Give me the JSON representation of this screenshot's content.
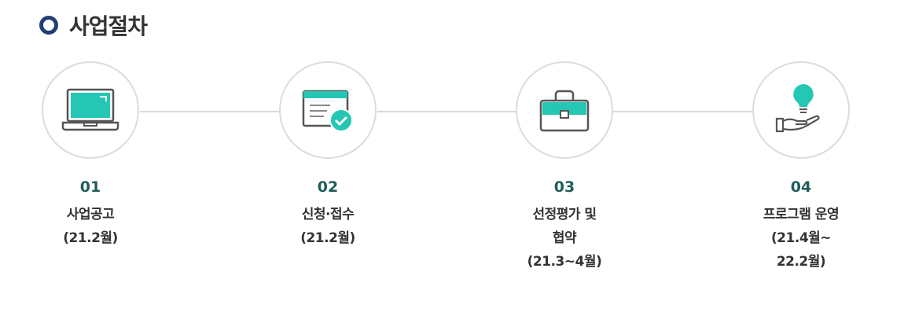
{
  "section": {
    "title": "사업절차"
  },
  "steps": [
    {
      "number": "01",
      "lines": [
        "사업공고",
        "(21.2월)"
      ],
      "icon": "laptop-icon"
    },
    {
      "number": "02",
      "lines": [
        "신청·접수",
        "(21.2월)"
      ],
      "icon": "application-check-icon"
    },
    {
      "number": "03",
      "lines": [
        "선정평가 및",
        "협약",
        "(21.3~4월)"
      ],
      "icon": "briefcase-icon"
    },
    {
      "number": "04",
      "lines": [
        "프로그램 운영",
        "(21.4월~",
        "22.2월)"
      ],
      "icon": "lightbulb-hand-icon"
    }
  ],
  "colors": {
    "accent": "#24c7b4",
    "number": "#1f5d5a",
    "title_ring": "#1f3f73",
    "icon_stroke": "#555555",
    "circle_border": "#dcdcdc"
  }
}
